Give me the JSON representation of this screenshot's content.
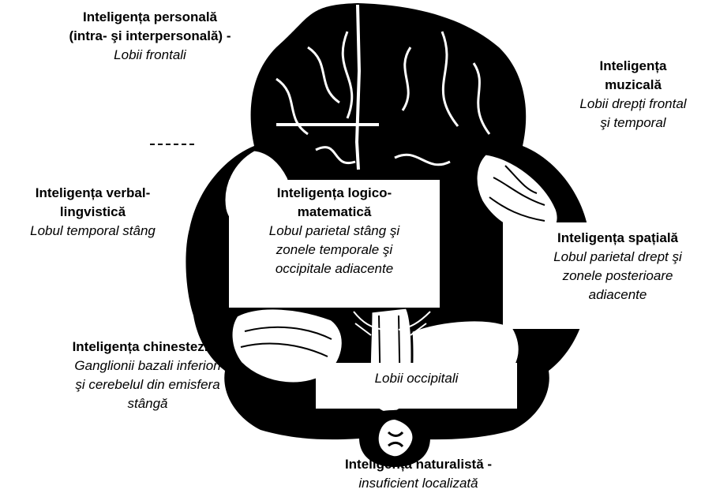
{
  "colors": {
    "ink": "#000000",
    "paper": "#ffffff"
  },
  "illustration": "brain-inferior-view-icon",
  "labels": {
    "personal": {
      "title_1": "Inteligența personală",
      "title_2": "(intra- şi interpersonală) -",
      "sub": "Lobii frontali"
    },
    "musical": {
      "title_1": "Inteligența",
      "title_2": "muzicală",
      "sub_1": "Lobii drepți frontal",
      "sub_2": "şi temporal"
    },
    "verbal": {
      "title_1": "Inteligența verbal-",
      "title_2": "lingvistică",
      "sub": "Lobul temporal stâng"
    },
    "logical": {
      "title_1": "Inteligența logico-",
      "title_2": "matematică",
      "sub_1": "Lobul parietal stâng şi",
      "sub_2": "zonele temporale şi",
      "sub_3": "occipitale adiacente"
    },
    "spatial": {
      "title": "Inteligența spațială",
      "sub_1": "Lobul parietal drept şi",
      "sub_2": "zonele posterioare",
      "sub_3": "adiacente"
    },
    "kinesthetic": {
      "title": "Inteligența chinestezică",
      "sub_1": "Ganglionii bazali inferiori",
      "sub_2": "şi cerebelul din emisfera",
      "sub_3": "stângă"
    },
    "occipital": {
      "sub": "Lobii occipitali"
    },
    "naturalist": {
      "title": "Inteligența naturalistă -",
      "sub": "insuficient localizată"
    }
  }
}
